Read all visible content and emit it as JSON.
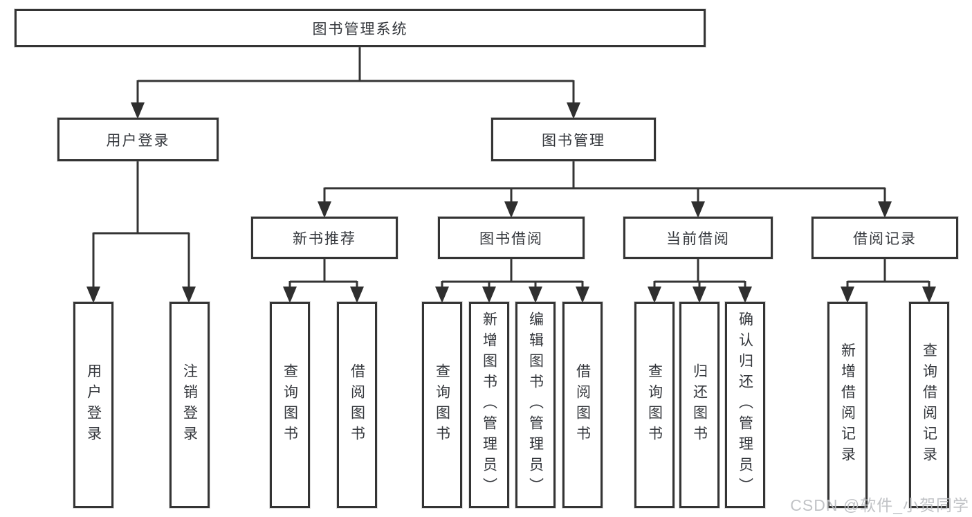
{
  "tree": {
    "label": "图书管理系统",
    "children": [
      {
        "label": "用户登录",
        "children": [
          {
            "label": "用户登录"
          },
          {
            "label": "注销登录"
          }
        ]
      },
      {
        "label": "图书管理",
        "children": [
          {
            "label": "新书推荐",
            "children": [
              {
                "label": "查询图书"
              },
              {
                "label": "借阅图书"
              }
            ]
          },
          {
            "label": "图书借阅",
            "children": [
              {
                "label": "查询图书"
              },
              {
                "label": "新增图书（管理员）"
              },
              {
                "label": "编辑图书（管理员）"
              },
              {
                "label": "借阅图书"
              }
            ]
          },
          {
            "label": "当前借阅",
            "children": [
              {
                "label": "查询图书"
              },
              {
                "label": "归还图书"
              },
              {
                "label": "确认归还（管理员）"
              }
            ]
          },
          {
            "label": "借阅记录",
            "children": [
              {
                "label": "新增借阅记录"
              },
              {
                "label": "查询借阅记录"
              }
            ]
          }
        ]
      }
    ]
  },
  "watermark": {
    "text": "CSDN @软件_小贺同学"
  },
  "colors": {
    "line": "#343434",
    "text": "#34373c",
    "box_fill": "#ffffff",
    "background": "#ffffff",
    "watermark": "#bcbec2"
  }
}
